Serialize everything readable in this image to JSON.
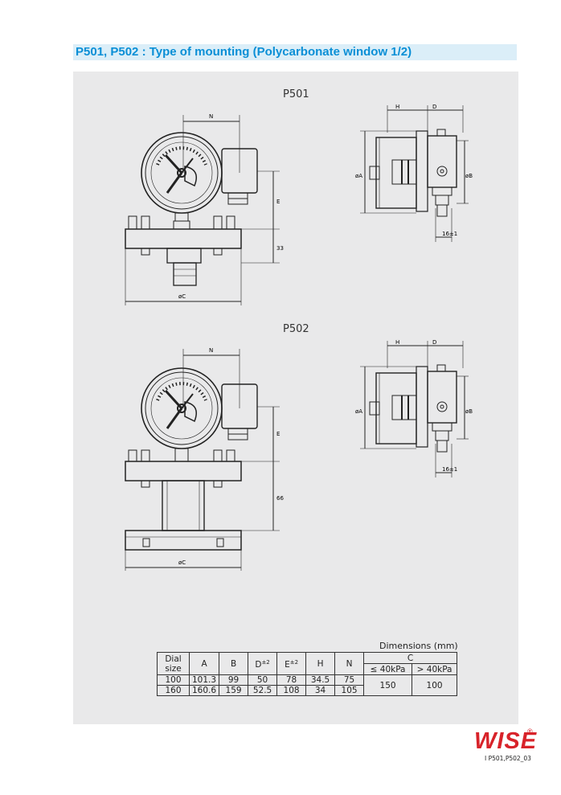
{
  "header": {
    "title": "P501, P502 : Type of mounting (Polycarbonate window 1/2)"
  },
  "drawings": {
    "p501": {
      "label": "P501",
      "dims": {
        "n": "N",
        "e": "E",
        "h33": "33",
        "oc": "øC",
        "h": "H",
        "d": "D",
        "oa": "øA",
        "ob": "øB",
        "t16": "16±1"
      }
    },
    "p502": {
      "label": "P502",
      "dims": {
        "n": "N",
        "e": "E",
        "h66": "66",
        "oc": "øC",
        "h": "H",
        "d": "D",
        "oa": "øA",
        "ob": "øB",
        "t16": "16±1"
      }
    }
  },
  "dimensions_table": {
    "caption": "Dimensions (mm)",
    "headers": {
      "dial_1": "Dial",
      "dial_2": "size",
      "a": "A",
      "b": "B",
      "d": "D",
      "d_tol": "±2",
      "e": "E",
      "e_tol": "±2",
      "h": "H",
      "n": "N",
      "c": "C",
      "c_low": "≤ 40kPa",
      "c_high": "> 40kPa"
    },
    "rows": [
      {
        "dial": "100",
        "a": "101.3",
        "b": "99",
        "d": "50",
        "e": "78",
        "h": "34.5",
        "n": "75"
      },
      {
        "dial": "160",
        "a": "160.6",
        "b": "159",
        "d": "52.5",
        "e": "108",
        "h": "34",
        "n": "105"
      }
    ],
    "c_low_value": "150",
    "c_high_value": "100"
  },
  "footer": {
    "logo": "WISE",
    "registered": "®",
    "code": "I P501,P502_03"
  },
  "colors": {
    "accent": "#0a8fd6",
    "title_bg": "#dbeef8",
    "panel_bg": "#e9e9ea",
    "logo": "#d8232a"
  }
}
